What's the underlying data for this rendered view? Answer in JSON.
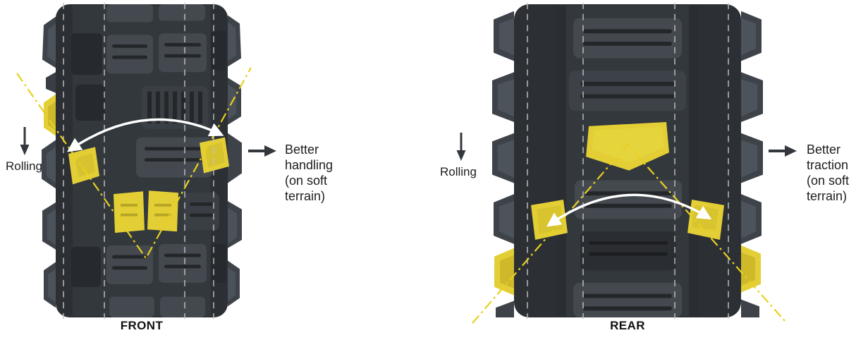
{
  "front": {
    "rolling_label": "Rolling",
    "caption": "FRONT",
    "annotation": "Better handling (on soft terrain)"
  },
  "rear": {
    "rolling_label": "Rolling",
    "caption": "REAR",
    "annotation": "Better traction (on soft terrain)"
  },
  "colors": {
    "highlight_yellow": "#e3cf35",
    "guide_line_yellow": "#e8d020",
    "tread_body_dark": "#2c3034",
    "tread_block_gray": "#44494f",
    "groove_dark": "#24272a",
    "arrow_dark": "#34383c",
    "vertical_guide_gray": "#c4c4c4",
    "curved_arrow_white": "#ffffff",
    "text_color": "#1d1d1d"
  },
  "icons": {
    "rolling_direction": "down-arrow",
    "annotation_pointer": "right-arrow",
    "knob_span": "curved-white-double-arrow",
    "tread_angle_guides": "yellow-dash-dot-chevron",
    "alignment_guides": "gray-dashed-vertical-lines"
  }
}
